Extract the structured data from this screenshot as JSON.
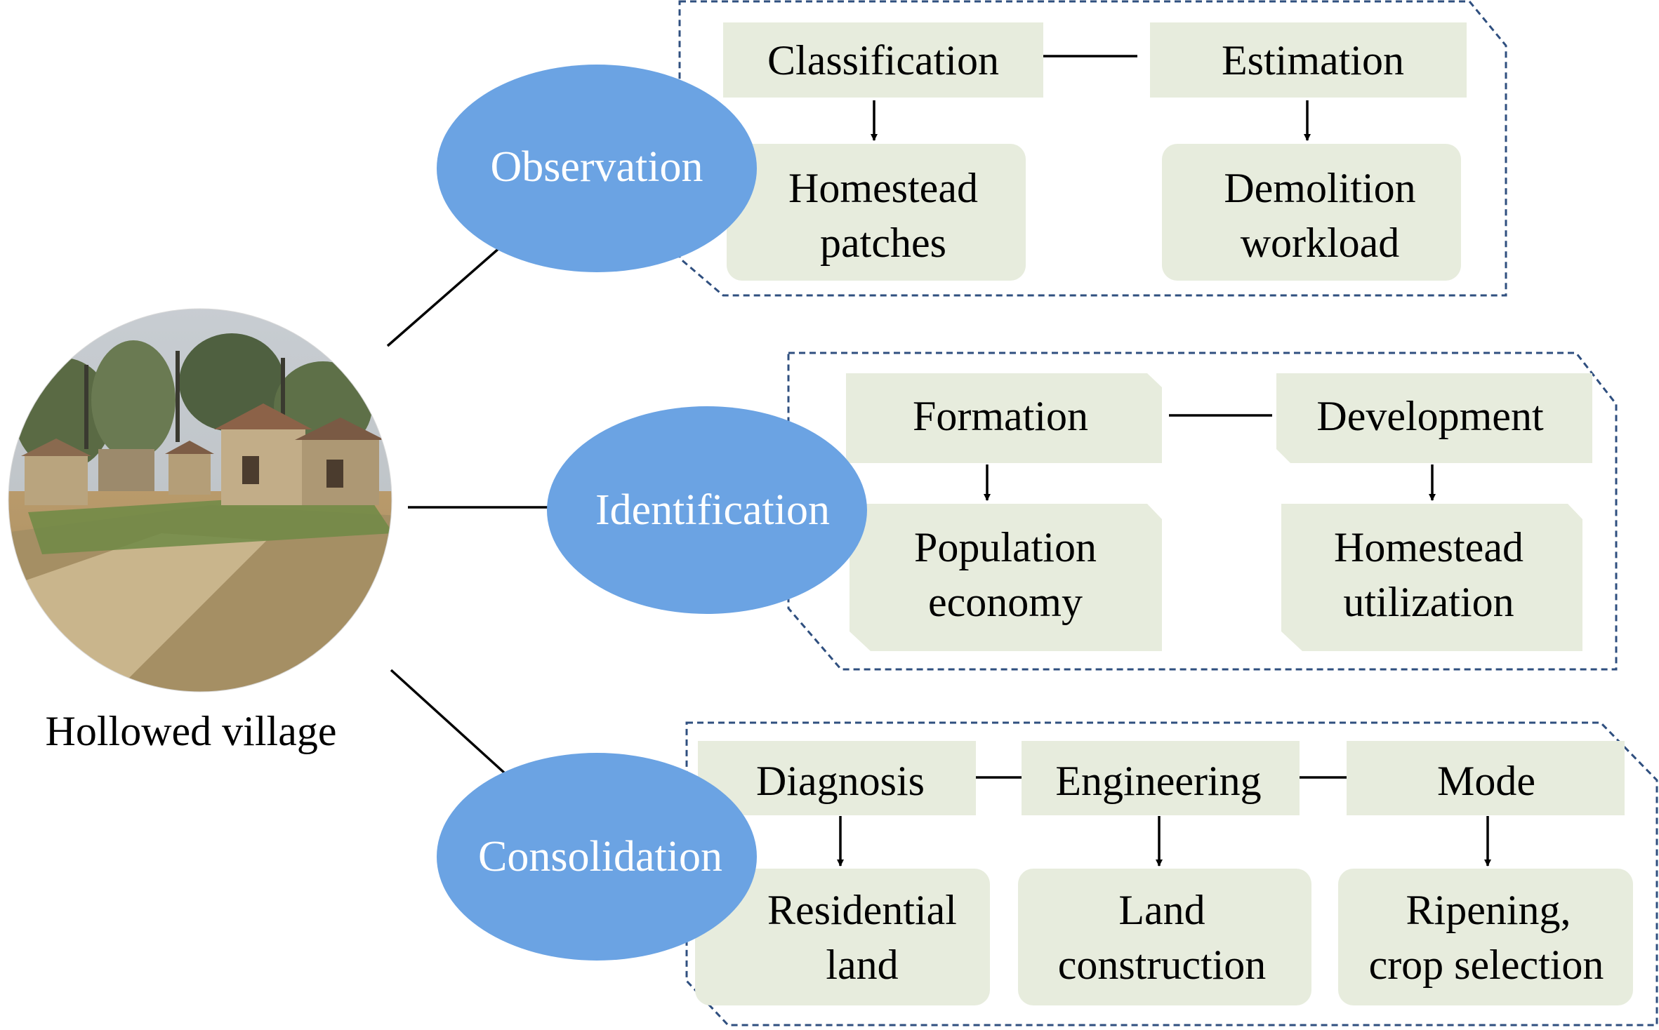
{
  "colors": {
    "ellipse_fill": "#6ba3e3",
    "box_fill": "#e7ecdd",
    "dashed_border": "#2f4f7f",
    "line": "#000000"
  },
  "village": {
    "label": "Hollowed village",
    "photo_icon": "hollowed-village-photo"
  },
  "observation": {
    "title": "Observation",
    "top_boxes": [
      "Classification",
      "Estimation"
    ],
    "bottom_boxes": [
      [
        "Homestead",
        "patches"
      ],
      [
        "Demolition",
        "workload"
      ]
    ]
  },
  "identification": {
    "title": "Identification",
    "top_boxes": [
      "Formation",
      "Development"
    ],
    "bottom_boxes": [
      [
        "Population",
        "economy"
      ],
      [
        "Homestead",
        "utilization"
      ]
    ]
  },
  "consolidation": {
    "title": "Consolidation",
    "top_boxes": [
      "Diagnosis",
      "Engineering",
      "Mode"
    ],
    "bottom_boxes": [
      [
        "Residential",
        "land"
      ],
      [
        "Land",
        "construction"
      ],
      [
        "Ripening,",
        "crop selection"
      ]
    ]
  }
}
